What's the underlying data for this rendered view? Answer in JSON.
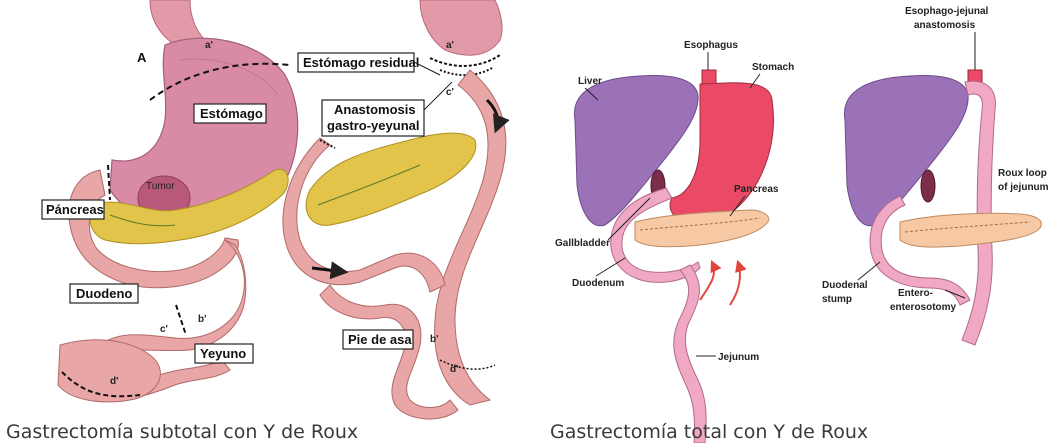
{
  "panel_a": {
    "letter": "A",
    "labels": {
      "estomago": "Estómago",
      "tumor": "Tumor",
      "pancreas": "Páncreas",
      "duodeno": "Duodeno",
      "yeyuno": "Yeyuno",
      "a": "a'",
      "b": "b'",
      "c": "c'",
      "d": "d'"
    },
    "caption": "Gastrectomía subtotal con Y de Roux"
  },
  "panel_b": {
    "labels": {
      "estomago_residual": "Estómago residual",
      "anastomosis_1": "Anastomosis",
      "anastomosis_2": "gastro-yeyunal",
      "pie_de_asa": "Pie de asa",
      "a": "a'",
      "b": "b'",
      "c": "c'",
      "d": "d'"
    }
  },
  "panel_c": {
    "labels": {
      "esophagus": "Esophagus",
      "stomach": "Stomach",
      "liver": "Liver",
      "pancreas": "Pancreas",
      "gallbladder": "Gallbladder",
      "duodenum": "Duodenum",
      "jejunum": "Jejunum"
    },
    "caption": "Gastrectomía total con Y de Roux"
  },
  "panel_d": {
    "labels": {
      "anastomosis_1": "Esophago-jejunal",
      "anastomosis_2": "anastomosis",
      "roux_1": "Roux loop",
      "roux_2": "of jejunum",
      "stump_1": "Duodenal",
      "stump_2": "stump",
      "entero_1": "Entero-",
      "entero_2": "enterosotomy"
    }
  },
  "colors": {
    "stomach_pink": "#d98aa6",
    "intestine": "#e8a6a6",
    "pancreas_yellow": "#e2c44a",
    "liver": "#9b72b8",
    "stomach_red": "#ea4a66",
    "jejunum_pink": "#f0a8c4",
    "pancreas_orange": "#f6c9a4"
  }
}
